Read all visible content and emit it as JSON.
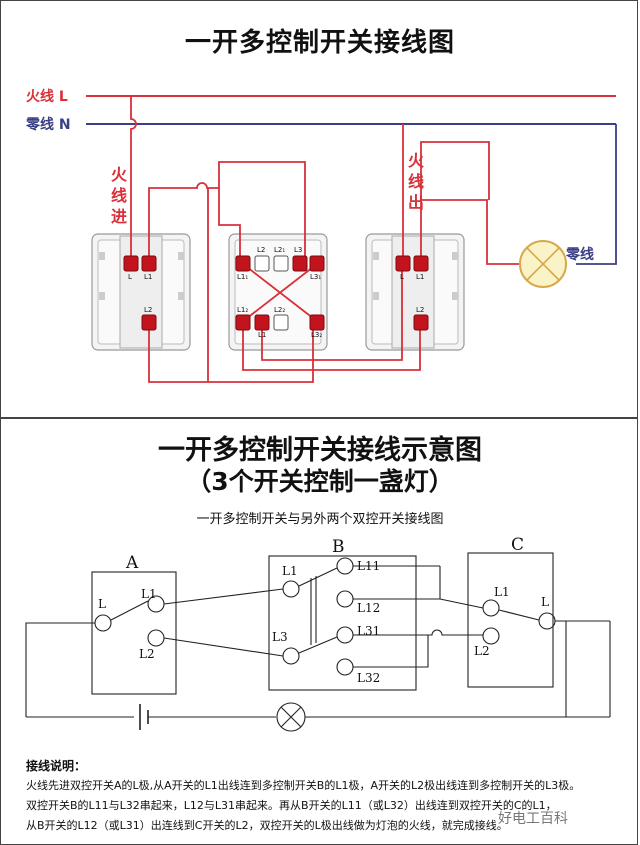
{
  "top": {
    "title": "一开多控制开关接线图",
    "live_label": "火线 L",
    "neutral_label": "零线 N",
    "live_in_label": "火线进",
    "live_out_label": "火线出",
    "neutral_short_label": "零线",
    "terminals": {
      "L": "L",
      "L1": "L1",
      "L2": "L2",
      "L2_1": "L2₁",
      "L3": "L3",
      "L3_1": "L3₁",
      "L1_1": "L1₁",
      "L1_2": "L1₂",
      "L2_2": "L2₂",
      "L3_2": "L3₂"
    }
  },
  "bottom": {
    "title": "一开多控制开关接线示意图",
    "title2": "（3个开关控制一盏灯）",
    "subtitle": "一开多控制开关与另外两个双控开关接线图",
    "box_labels": {
      "a": "A",
      "b": "B",
      "c": "C"
    },
    "terminals": {
      "a_L": "L",
      "a_L1": "L1",
      "a_L2": "L2",
      "b_L1": "L1",
      "b_L3": "L3",
      "b_L11": "L11",
      "b_L12": "L12",
      "b_L31": "L31",
      "b_L32": "L32",
      "c_L1": "L1",
      "c_L": "L",
      "c_L2": "L2"
    },
    "notes_title": "接线说明：",
    "notes_lines": [
      "火线先进双控开关A的L极,从A开关的L1出线连到多控制开关B的L1极，A开关的L2极出线连到多控制开关的L3极。",
      "双控开关B的L11与L32串起来，L12与L31串起来。再从B开关的L11（或L32）出线连到双控开关的C的L1，",
      "从B开关的L12（或L31）出连线到C开关的L2，双控开关的L极出线做为灯泡的火线，就完成接线。"
    ],
    "watermark": "好电工百科"
  }
}
